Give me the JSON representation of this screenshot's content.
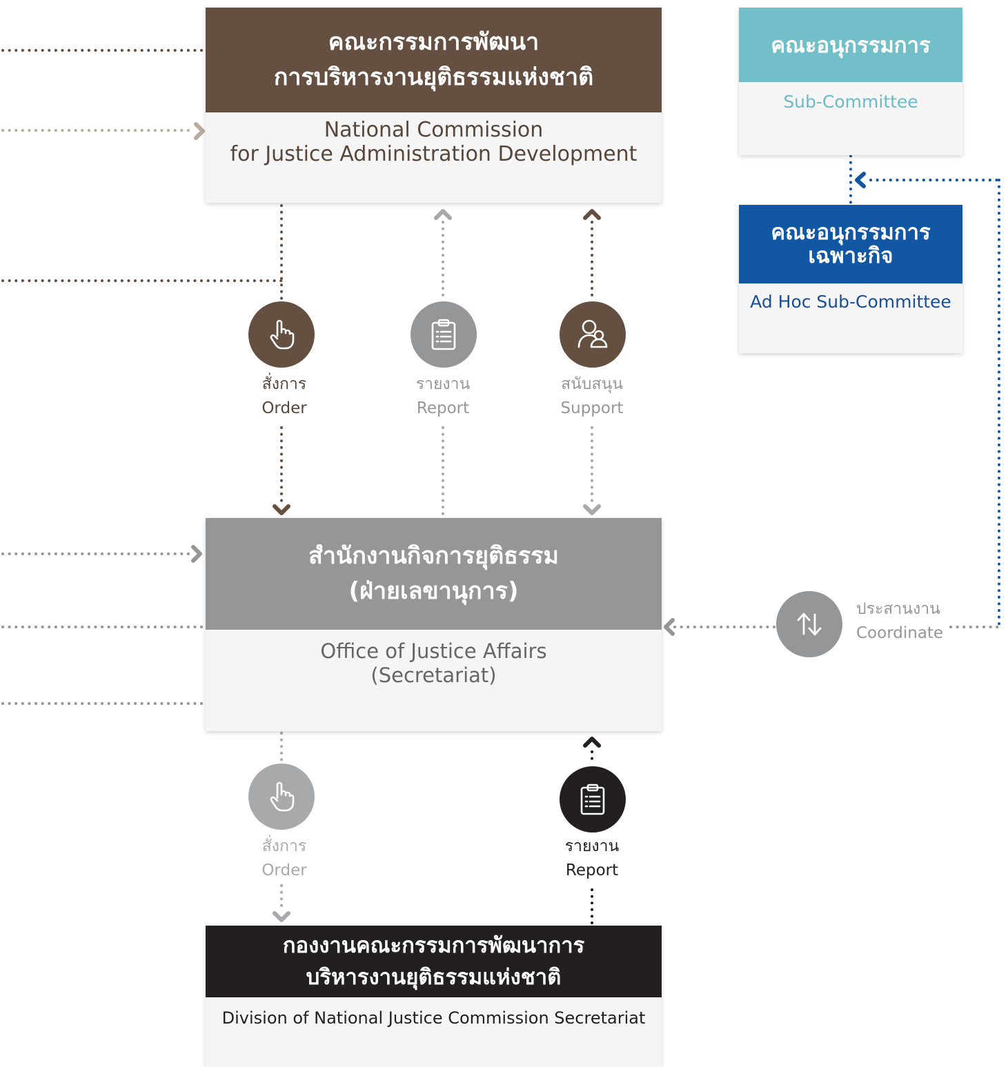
{
  "commission": {
    "th_line1": "คณะกรรมการพัฒนา",
    "th_line2": "การบริหารงานยุติธรรมแห่งชาติ",
    "en_line1": "National Commission",
    "en_line2": "for Justice Administration Development"
  },
  "sub_committee": {
    "th": "คณะอนุกรรมการ",
    "en": "Sub-Committee"
  },
  "adhoc_committee": {
    "th_line1": "คณะอนุกรรมการ",
    "th_line2": "เฉพาะกิจ",
    "en": "Ad Hoc Sub-Committee"
  },
  "office": {
    "th_line1": "สำนักงานกิจการยุติธรรม",
    "th_line2": "(ฝ่ายเลขานุการ)",
    "en_line1": "Office of Justice Affairs",
    "en_line2": "(Secretariat)"
  },
  "division": {
    "th_line1": "กองงานคณะกรรมการพัฒนาการ",
    "th_line2": "บริหารงานยุติธรรมแห่งชาติ",
    "en": "Division of National Justice Commission Secretariat"
  },
  "actions": {
    "order_top": {
      "th": "สั่งการ",
      "en": "Order",
      "icon": "pointing-hand-icon"
    },
    "report_top": {
      "th": "รายงาน",
      "en": "Report",
      "icon": "clipboard-icon"
    },
    "support_top": {
      "th": "สนับสนุน",
      "en": "Support",
      "icon": "people-icon"
    },
    "coordinate": {
      "th": "ประสานงาน",
      "en": "Coordinate",
      "icon": "swap-arrows-icon"
    },
    "order_bottom": {
      "th": "สั่งการ",
      "en": "Order",
      "icon": "pointing-hand-icon"
    },
    "report_bottom": {
      "th": "รายงาน",
      "en": "Report",
      "icon": "clipboard-icon"
    }
  },
  "colors": {
    "brown": "#644f40",
    "tan": "#b8ab9c",
    "teal": "#72bfc9",
    "blue": "#1257a3",
    "gray": "#959698",
    "light_gray": "#a8a9ab",
    "black": "#231f20"
  }
}
